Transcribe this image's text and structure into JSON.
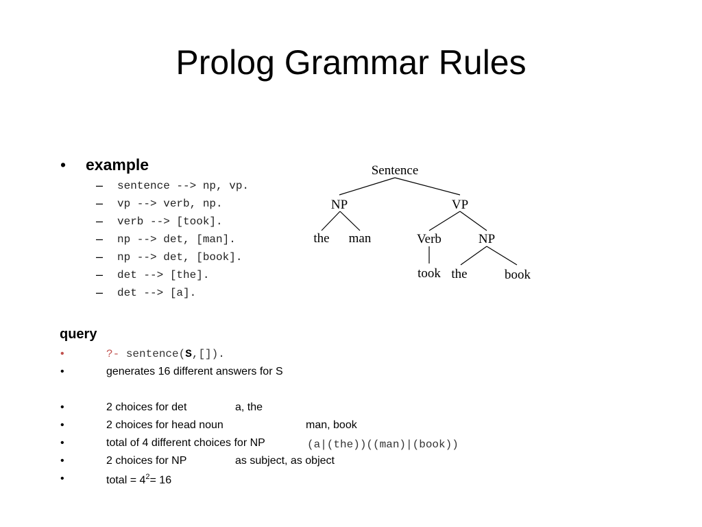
{
  "title": "Prolog Grammar Rules",
  "example": {
    "heading": "example",
    "bullet": "•",
    "dash": "–",
    "rules": [
      "sentence --> np, vp.",
      "vp --> verb, np.",
      "verb --> [took].",
      "np --> det, [man].",
      "np --> det, [book].",
      "det --> [the].",
      "det --> [a]."
    ]
  },
  "tree": {
    "root": "Sentence",
    "np1": "NP",
    "vp": "VP",
    "the1": "the",
    "man": "man",
    "verb": "Verb",
    "np2": "NP",
    "took": "took",
    "the2": "the",
    "book": "book"
  },
  "query": {
    "heading": "query",
    "bullet": "•",
    "prompt": "?-",
    "call_pre": "sentence(",
    "call_var": "S",
    "call_post": ",[]).",
    "lines": [
      {
        "text": "generates 16 different answers for S",
        "extra": ""
      },
      {
        "text": "2 choices for det",
        "extra": "a, the"
      },
      {
        "text": "2 choices for head noun",
        "extra": "man, book"
      },
      {
        "text": "total of 4 different choices for NP",
        "extra": "(a|(the))((man)|(book))"
      },
      {
        "text": "2 choices for NP",
        "extra": "as subject, as object"
      }
    ],
    "total_pre": "total = 4",
    "total_sup": "2",
    "total_post": "= 16"
  },
  "colors": {
    "prompt": "#c0504d",
    "text": "#000000"
  }
}
